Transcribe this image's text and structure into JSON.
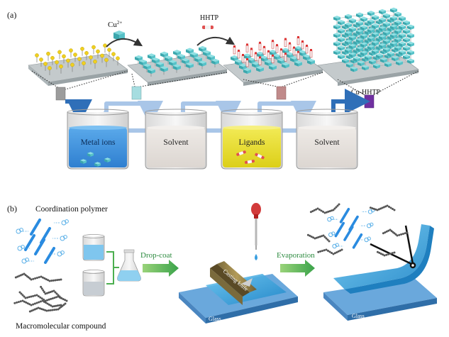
{
  "panel_a": {
    "label": "(a)",
    "cu_label": "Cu",
    "cu_sup": "2+",
    "hhtp_label": "HHTP",
    "cuhhtp_label": "Cu-HHTP",
    "beakers": [
      {
        "label": "Metal ions",
        "liquid": "#3f8fdc"
      },
      {
        "label": "Solvent",
        "liquid": "#e7e3df"
      },
      {
        "label": "Ligands",
        "liquid": "#e9df2a"
      },
      {
        "label": "Solvent",
        "liquid": "#e7e3df"
      }
    ]
  },
  "panel_b": {
    "label": "(b)",
    "coordination_polymer": "Coordination polymer",
    "macromolecular_compound": "Macromolecular compound",
    "drop_coat": "Drop-coat",
    "evaporation": "Evaporation",
    "casting_knife": "Casting knife",
    "glass_left": "Glass",
    "glass_right": "Glass"
  },
  "colors": {
    "substrate": "#b9c1c4",
    "mof_teal": "#54c3c9",
    "arrow_blue": "#2f6fb8",
    "arrow_green": "#4caf50",
    "slide_blue": "#3ea8e0",
    "pipette_red": "#d23a3a",
    "purple": "#7030a0"
  }
}
